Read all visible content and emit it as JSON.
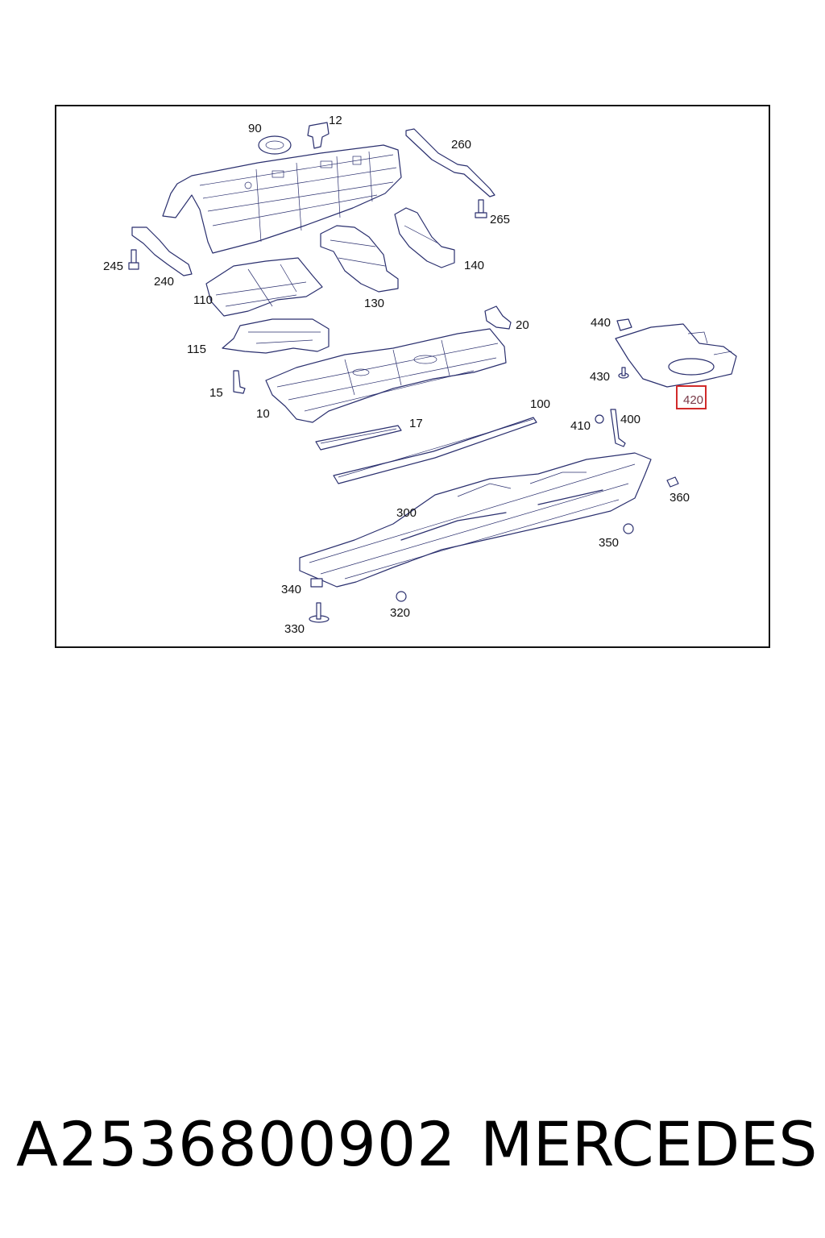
{
  "diagram": {
    "labels": {
      "p90": "90",
      "p12": "12",
      "p260": "260",
      "p265": "265",
      "p245": "245",
      "p240": "240",
      "p140": "140",
      "p110": "110",
      "p130": "130",
      "p20": "20",
      "p440": "440",
      "p115": "115",
      "p430": "430",
      "p420": "420",
      "p15": "15",
      "p10": "10",
      "p100": "100",
      "p17": "17",
      "p410": "410",
      "p400": "400",
      "p360": "360",
      "p300": "300",
      "p350": "350",
      "p340": "340",
      "p320": "320",
      "p330": "330"
    },
    "highlighted_part": "420",
    "highlight_color": "#d12a2a",
    "line_color": "#2a2f6e"
  },
  "caption": {
    "part_number": "A2536800902",
    "brand": "MERCEDES"
  }
}
